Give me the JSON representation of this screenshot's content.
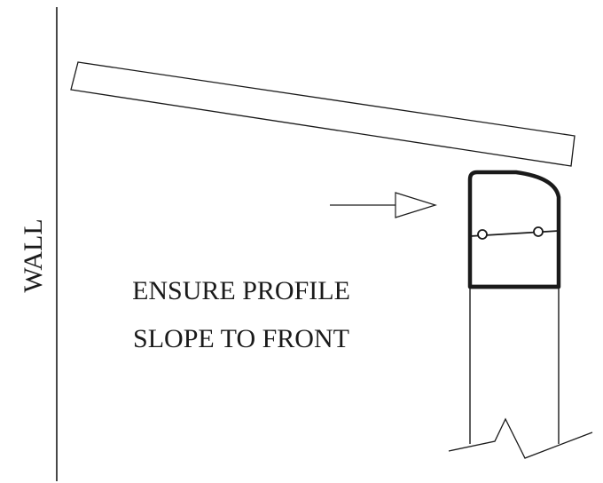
{
  "labels": {
    "wall": "WALL",
    "note_line1": "ENSURE PROFILE",
    "note_line2": "SLOPE TO FRONT"
  },
  "colors": {
    "stroke": "#1a1a1a",
    "background": "#ffffff"
  }
}
